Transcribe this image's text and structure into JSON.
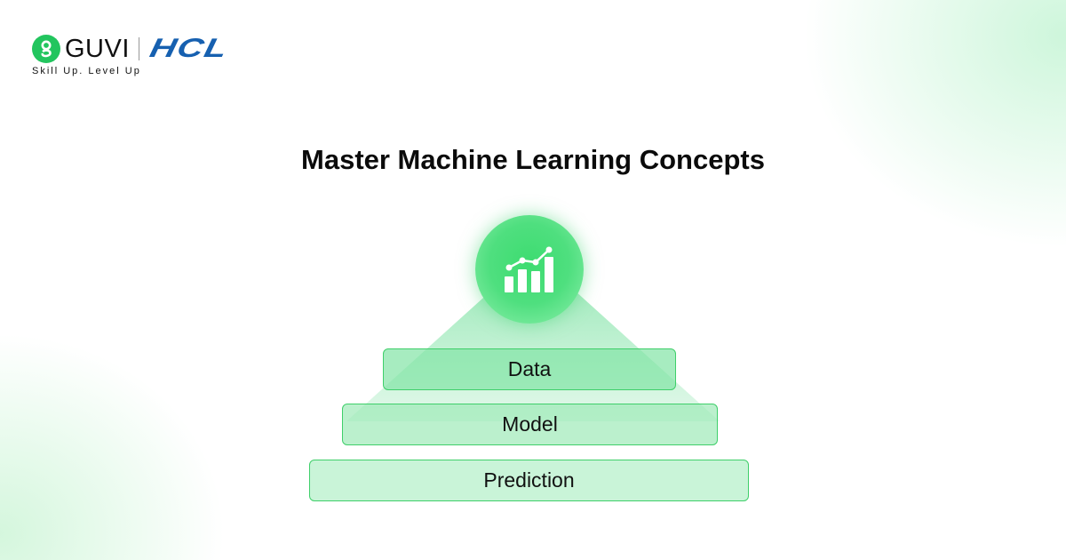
{
  "brand": {
    "guvi_name": "GUVI",
    "partner_name": "HCL",
    "tagline": "Skill Up. Level Up",
    "guvi_color": "#22c55e",
    "hcl_color": "#1660b0"
  },
  "title": "Master Machine Learning Concepts",
  "diagram": {
    "icon": "growth-chart-icon",
    "accent": "#3ddc70",
    "layers": [
      {
        "label": "Data"
      },
      {
        "label": "Model"
      },
      {
        "label": "Prediction"
      }
    ]
  }
}
